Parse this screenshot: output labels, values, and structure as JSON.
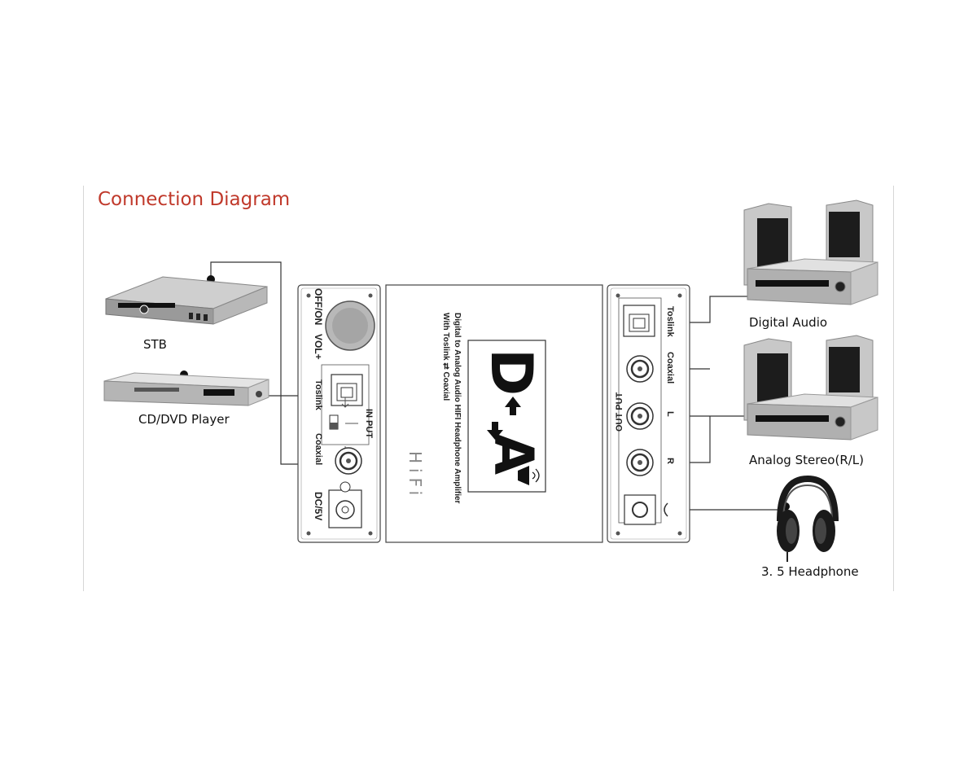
{
  "title": "Connection Diagram",
  "devices": {
    "stb": "STB",
    "cd_dvd": "CD/DVD  Player",
    "digital_audio": "Digital Audio",
    "analog_stereo": "Analog Stereo(R/L)",
    "headphone": "3. 5  Headphone"
  },
  "input_panel": {
    "power": "OFF/ON",
    "volume": "VOL+",
    "toslink": "Toslink",
    "coaxial": "Coaxial",
    "section": "IN PUT",
    "power_in": "DC/5V"
  },
  "center_panel": {
    "line1": "Digital to Analog Audio HIFI Headphone Amplifier",
    "line2": "With Toslink ⇄ Coaxial",
    "hifi": "HiFi",
    "logo_d": "D",
    "logo_a": "A"
  },
  "output_panel": {
    "toslink": "Toslink",
    "coaxial": "Coaxial",
    "left": "L",
    "right": "R",
    "section": "OUT PUT"
  },
  "colors": {
    "title": "#c0392b",
    "device_gray": "#a9a9a9",
    "line": "#333333"
  }
}
